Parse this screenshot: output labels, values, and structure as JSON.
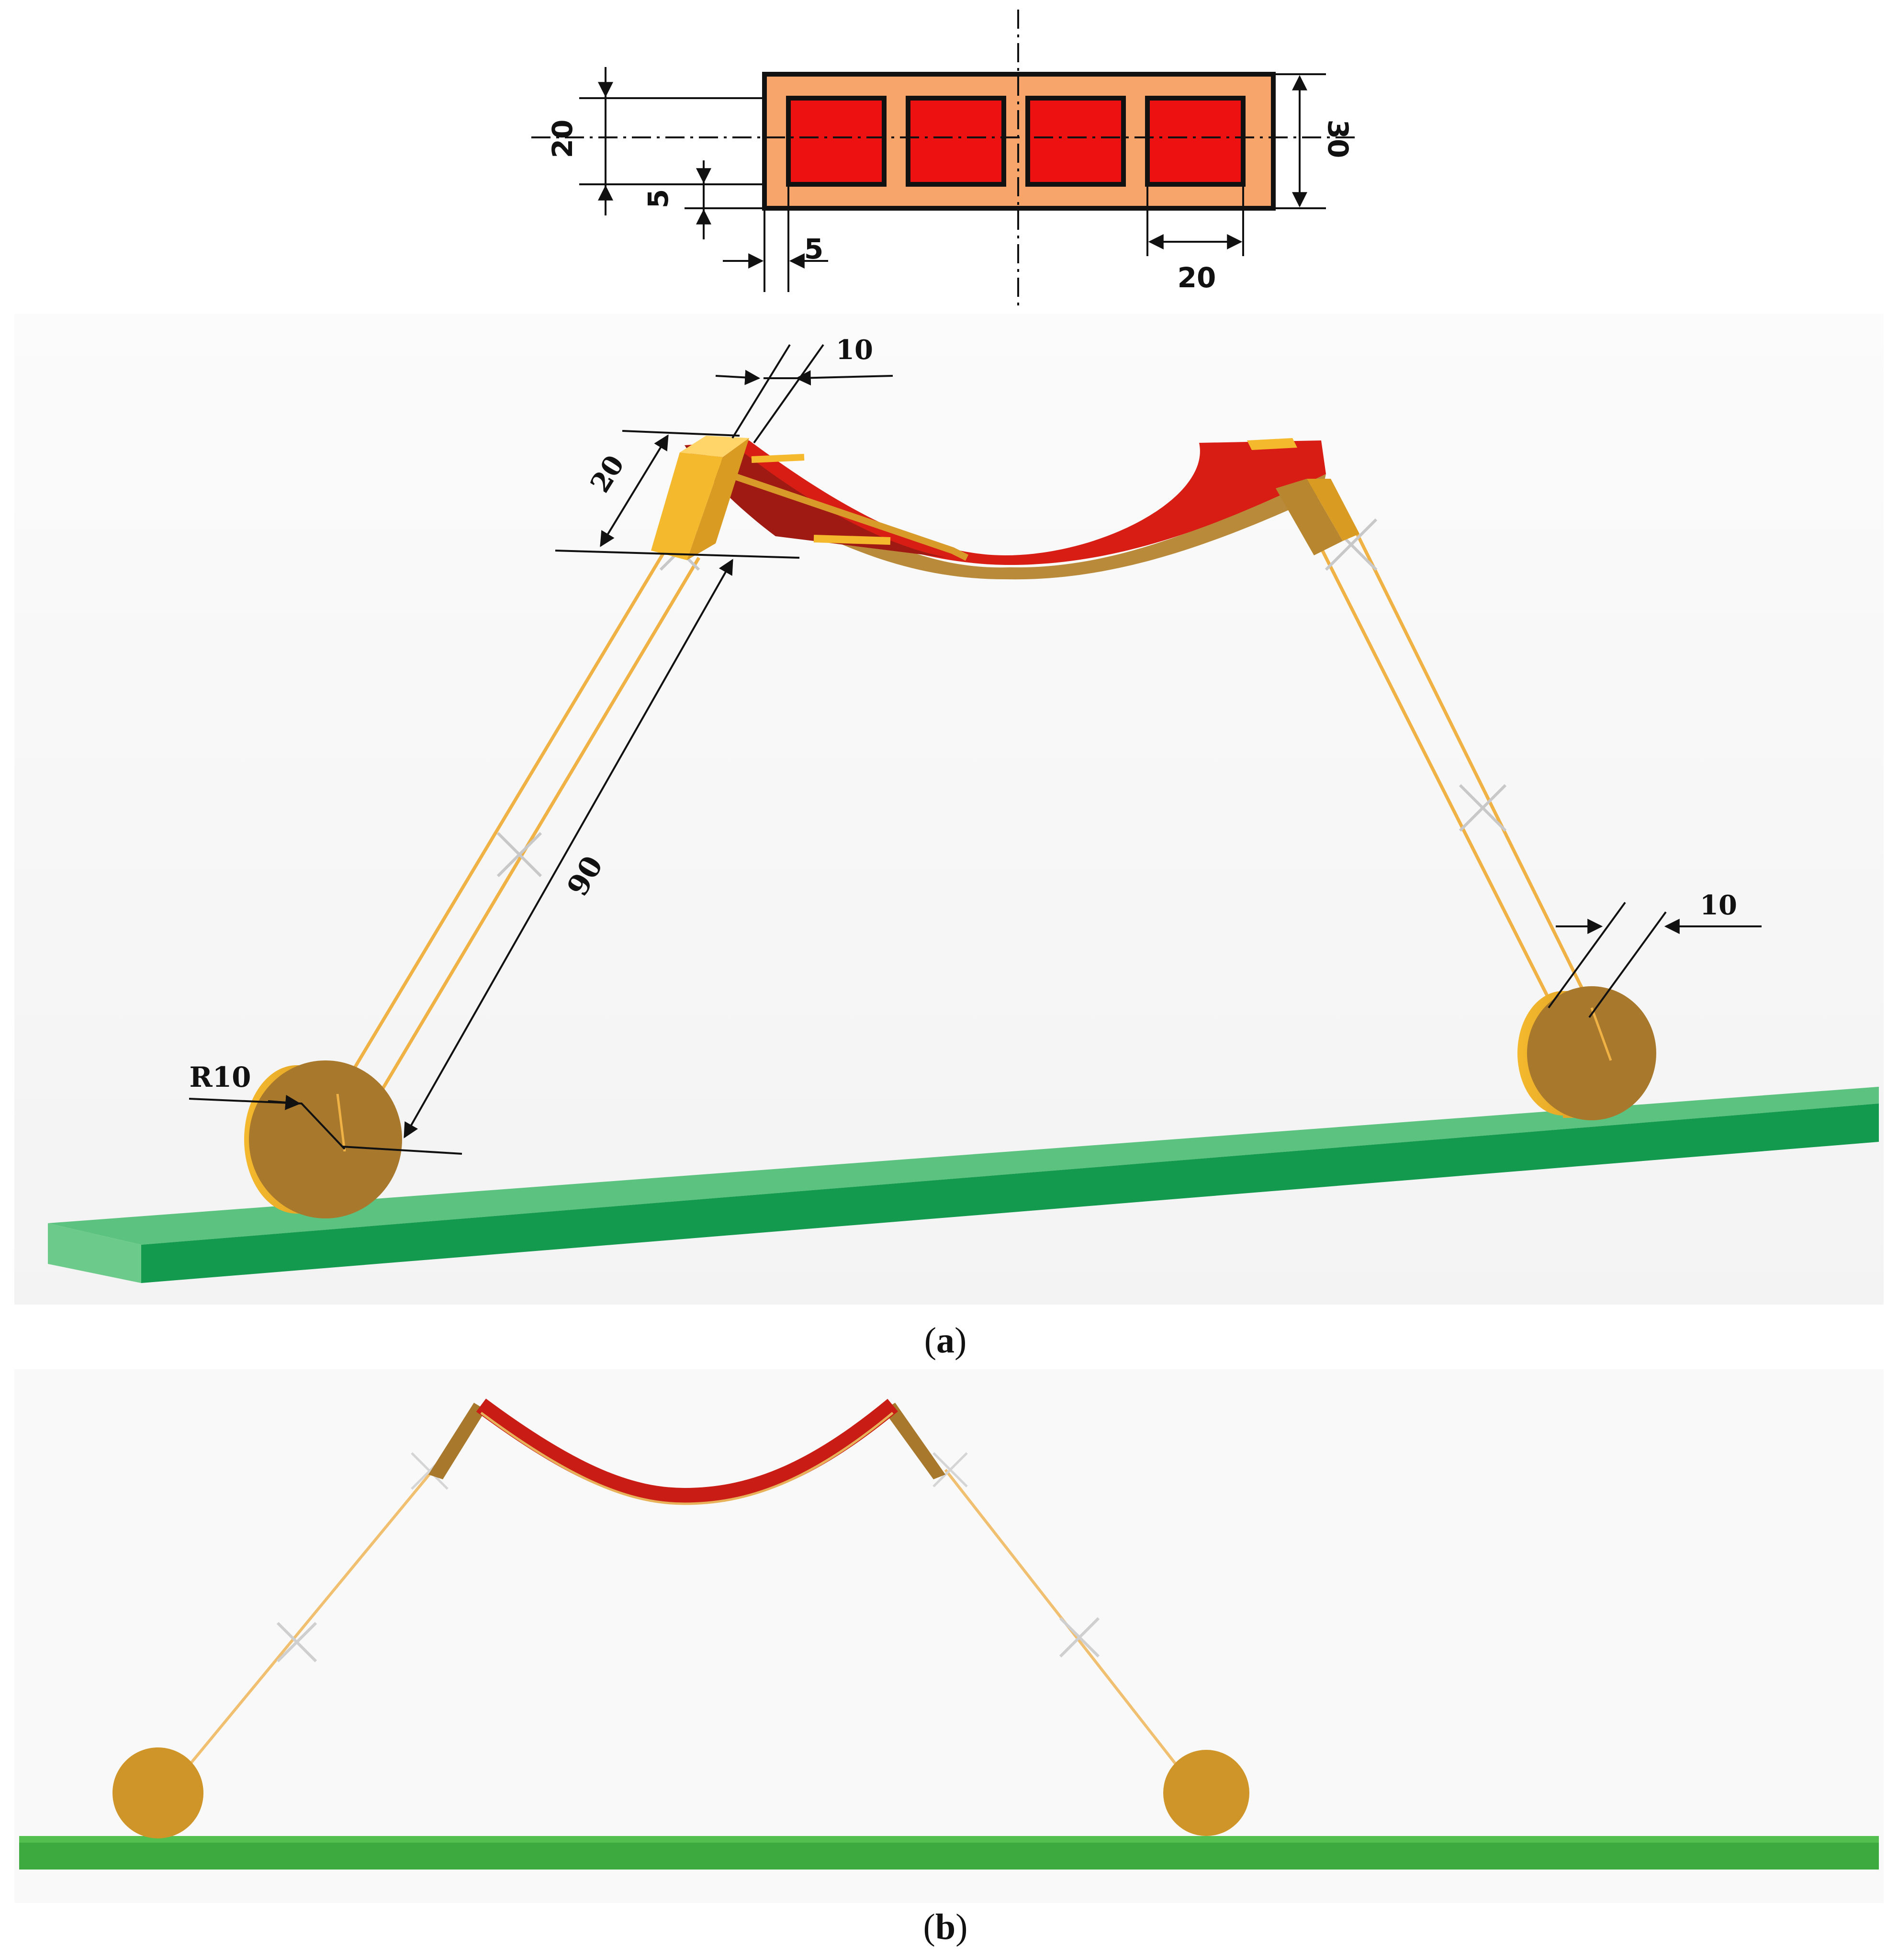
{
  "cross_section": {
    "dimensions": {
      "inner_height": "20",
      "outer_height": "30",
      "wall_thickness_vertical": "5",
      "wall_thickness_horizontal": "5",
      "cell_width": "20"
    }
  },
  "panel_a": {
    "dimensions": {
      "post_thickness_left": "10",
      "post_width": "20",
      "rod_length": "90",
      "wheel_radius": "R10",
      "rod_spacing_right": "10"
    },
    "caption_letter": "a"
  },
  "panel_b": {
    "caption_letter": "b"
  },
  "colors": {
    "outer_section": "#F7A56A",
    "inner_cell": "#EE1111",
    "membrane": "#D81E14",
    "wood_light": "#F2B12A",
    "wood_dark": "#A8782C",
    "ground_top": "#5CC27F",
    "ground_side": "#139A4E",
    "ground_b": "#3DAA3F",
    "rod": "#F0B245"
  }
}
